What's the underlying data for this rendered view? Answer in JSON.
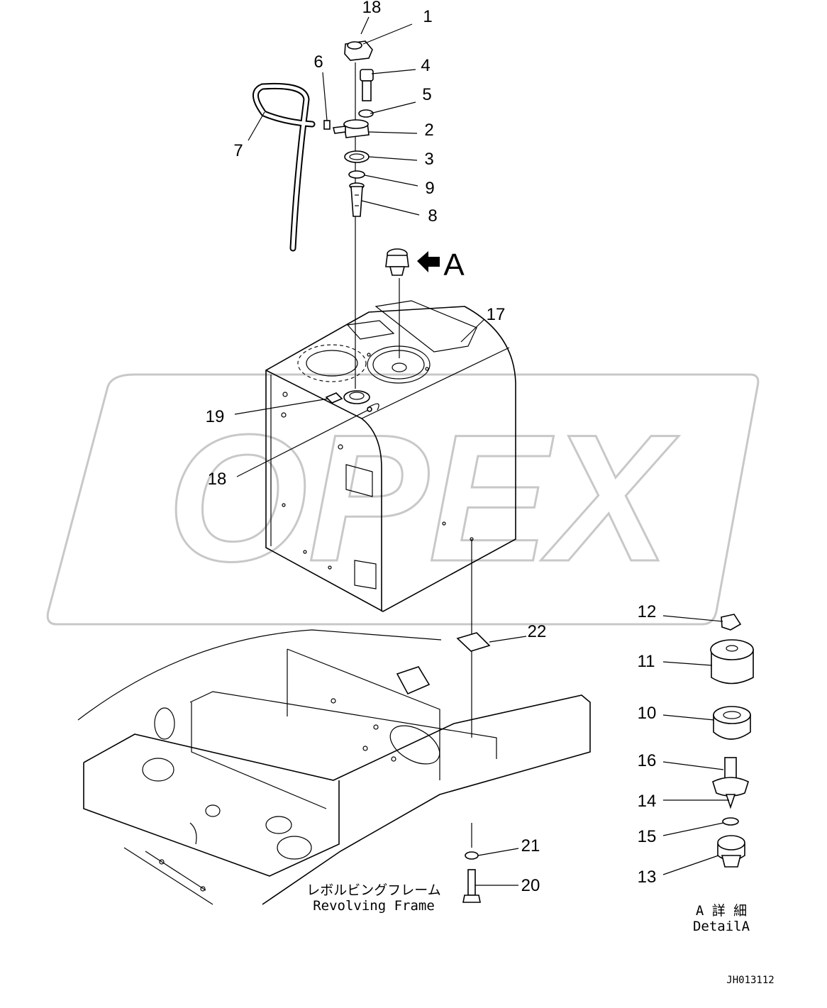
{
  "watermark": {
    "text": "OPEX",
    "color": "#c8c8c8"
  },
  "labels": {
    "n1": "1",
    "n2": "2",
    "n3": "3",
    "n4": "4",
    "n5": "5",
    "n6": "6",
    "n7": "7",
    "n8": "8",
    "n9": "9",
    "n10": "10",
    "n11": "11",
    "n12": "12",
    "n13": "13",
    "n14": "14",
    "n15": "15",
    "n16": "16",
    "n17": "17",
    "n18_top": "18",
    "n18_tank": "18",
    "n19": "19",
    "n20": "20",
    "n21": "21",
    "n22": "22"
  },
  "view_marker": {
    "letter": "A"
  },
  "frame_caption": {
    "japanese": "レボルビングフレーム",
    "english": "Revolving Frame"
  },
  "detail_caption": {
    "japanese": "A 詳 細",
    "english": "DetailA"
  },
  "drawing_ref": "JH013112"
}
